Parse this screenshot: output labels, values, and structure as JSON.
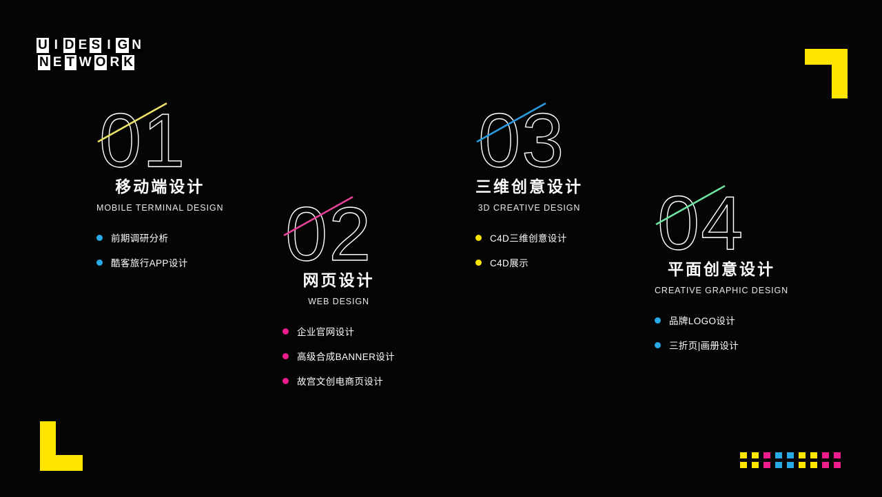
{
  "page": {
    "background_color": "#050505",
    "accent_yellow": "#FFE500",
    "accent_blue": "#29A9E6",
    "accent_magenta": "#EE1C8D",
    "accent_green": "#6FE3A0"
  },
  "logo": {
    "name": "uidesign-network-logo",
    "line1": [
      {
        "char": "U",
        "inverted": true
      },
      {
        "char": "I",
        "inverted": false
      },
      {
        "char": "D",
        "inverted": true
      },
      {
        "char": "E",
        "inverted": false
      },
      {
        "char": "S",
        "inverted": true
      },
      {
        "char": "I",
        "inverted": false
      },
      {
        "char": "G",
        "inverted": true
      },
      {
        "char": "N",
        "inverted": false
      }
    ],
    "line2": [
      {
        "char": "N",
        "inverted": true
      },
      {
        "char": "E",
        "inverted": false
      },
      {
        "char": "T",
        "inverted": true
      },
      {
        "char": "W",
        "inverted": false
      },
      {
        "char": "O",
        "inverted": true
      },
      {
        "char": "R",
        "inverted": false
      },
      {
        "char": "K",
        "inverted": true
      }
    ]
  },
  "decorations": {
    "top_right_bracket_color": "#FFE500",
    "bottom_left_bracket_color": "#FFE500",
    "dot_grid": {
      "rows": 2,
      "columns": 9,
      "colors": [
        "#FFE500",
        "#FFE500",
        "#EE1C8D",
        "#29A9E6",
        "#29A9E6",
        "#FFE500",
        "#FFE500",
        "#EE1C8D",
        "#EE1C8D"
      ]
    }
  },
  "sections": [
    {
      "number": "01",
      "slash_color": "#EDE36A",
      "accent_color": "#29A9E6",
      "title": "移动端设计",
      "subtitle": "MOBILE TERMINAL DESIGN",
      "bullets": [
        "前期调研分析",
        "酷客旅行APP设计"
      ]
    },
    {
      "number": "02",
      "slash_color": "#E8449B",
      "accent_color": "#EE1C8D",
      "title": "网页设计",
      "subtitle": "WEB DESIGN",
      "bullets": [
        "企业官网设计",
        "高级合成BANNER设计",
        "故宫文创电商页设计"
      ]
    },
    {
      "number": "03",
      "slash_color": "#2B9BE0",
      "accent_color": "#FFE500",
      "title": "三维创意设计",
      "subtitle": "3D CREATIVE DESIGN",
      "bullets": [
        "C4D三维创意设计",
        "C4D展示"
      ]
    },
    {
      "number": "04",
      "slash_color": "#6FE3A0",
      "accent_color": "#29A9E6",
      "title": "平面创意设计",
      "subtitle": "CREATIVE GRAPHIC DESIGN",
      "bullets": [
        "品牌LOGO设计",
        "三折页|画册设计"
      ]
    }
  ]
}
